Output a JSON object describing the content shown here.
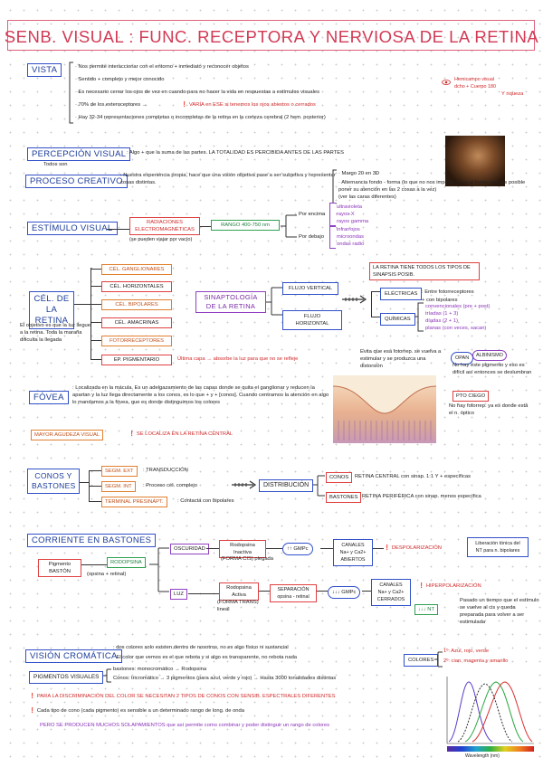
{
  "title": "SENB. VISUAL : FUNC. RECEPTORA Y NERVIOSA DE LA RETINA",
  "vista": {
    "label": "VISTA",
    "lines": [
      "· Nos permite interaccionar con el entorno + inmediato y reconocer objetos",
      "· Sentido + complejo y mejor conocido",
      "· Es necesario cerrar los ojos de vez en cuando para no hacer la vida en respuestas a estímulos visuales",
      "· 70% de los exteroceptores →",
      "· Hay 32-34 representaciones completas o incompletas de la retina en la corteza cerebral (2 hem. posterior)"
    ],
    "warning": "VARÍA en ESE si tenemos los ojos abiertos o cerrados",
    "side_note": "Hemicampo visual dcho + Cuerpo 180",
    "side_note2": "Y riqueza"
  },
  "percepcion": {
    "label": "PERCEPCIÓN VISUAL",
    "text": ": Algo + que la suma de las partes. LA TOTALIDAD ES PERCIBIDA ANTES DE LAS PARTES",
    "sub": "Todos son"
  },
  "proceso": {
    "label": "PROCESO CREATIVO",
    "text": ": Nuestra experiencia propia, hace que una visión objetiva pase a ser subjetiva y representar cosas distintas.",
    "right": [
      "· Margo 20 en 3D",
      "· Alternancia fondo - forma (lo que no nos importa se va al fondo pero es posible poner su atención en las 2 cosas a la vez)",
      "(ver las caras diferentes)"
    ]
  },
  "estimulo": {
    "label": "ESTÍMULO VISUAL",
    "radiaciones": "RADIACIONES ELECTROMAGNÉTICAS",
    "radiaciones_note": "(se pueden viajar por vacío)",
    "rango": "RANGO 400-750 nm",
    "por_encima": "Por encima",
    "encima_items": [
      "ultravioleta",
      "rayos X",
      "rayos gamma"
    ],
    "por_debajo": "Por debajo",
    "debajo_items": [
      "infrarrojos",
      "microondas",
      "ondas radio"
    ]
  },
  "cel_retina": {
    "label": "CÉL. DE LA RETINA",
    "note": "El objetivo es que la luz llegue a la retina. Toda la maraña dificulta la llegada",
    "items": [
      "CÉL. GANGLIONARES",
      "CÉL. HORIZONTALES",
      "CÉL. BIPOLARES",
      "CÉL. AMACRINAS",
      "FOTORRECEPTORES",
      "EP. PIGMENTARIO"
    ],
    "ultima": "Última capa → absorbe la luz para que no se refleje",
    "ultima_note": "Evita que esa fotorrep. se vuelva a estimular y se produzca una distorsión",
    "albin": "ALBINISMO",
    "albin_pre": "OPAN",
    "albin_note": "No hay este pigmento y eso es difícil así entonces se deslumbran"
  },
  "sinaptologia": {
    "label": "SINAPTOLOGÍA DE LA RETINA",
    "flujo_v": "FLUJO VERTICAL",
    "flujo_h": "FLUJO HORIZONTAL",
    "tipos": "LA RETINA TIENE TODOS LOS TIPOS DE SINAPSIS POSIB.",
    "electricas": "ELÉCTRICAS",
    "electricas_note": ": Entre fotorreceptores",
    "electricas_note2": "+ con bipolares",
    "quimicas": "QUÍMICAS",
    "quimicas_items": [
      "convencionales (pre + post)",
      "tríadas (1 + 3)",
      "díadas (2 + 1)",
      "planas (con veces, sacan)"
    ]
  },
  "fovea": {
    "label": "FÓVEA",
    "text": ": Localizada en la mácula. Es un adelgazamiento de las capas donde se quita el ganglionar y reducen la apartan y la luz llega directamente a los conos, es lo que + y + [conos]. Cuando centramos la atención en algo lo mandamos a la fóvea, que es donde distinguimos los colores",
    "mayor": "MAYOR AGUDEZA VISUAL",
    "localiza": "SE LOCALIZA EN LA RETINA CENTRAL",
    "punto_ciego": "PTO CIEGO",
    "punto_ciego_note": "No hay fotorrep. ya es donde está el n. óptico"
  },
  "conos": {
    "label": "CONOS Y BASTONES",
    "segm_ext": "SEGM. EXT",
    "segm_ext_note": ": TRANSDUCCIÓN",
    "segm_int": "SEGM. INT",
    "segm_int_note": ": Proceso cél. complejo",
    "terminal": "TERMINAL PRESINÁPT.",
    "terminal_note": ": Contacta con bipolares",
    "distribucion": "DISTRIBUCIÓN",
    "conos_lbl": "CONOS",
    "conos_note": "RETINA CENTRAL con sinap. 1:1 Y + específicas",
    "bastones_lbl": "BASTONES",
    "bastones_note": "RETINA PERIFÉRICA con sinap. menos específica"
  },
  "corriente": {
    "label": "CORRIENTE EN BASTONES",
    "pigmento": "Pigmento BASTÓN",
    "rodopsina": "RODOPSINA",
    "rodopsina_note": "(opsina + retinal)",
    "oscuridad": "OSCURIDAD",
    "rod_inactiva": "Rodopsina Inactiva",
    "forma_cis": "(FORMA CIS) plegada",
    "gmp_up": "↑↑ GMPc",
    "canales_abiertos": "CANALES Na+ y Ca2+ ABIERTOS",
    "despol": "DESPOLARIZACIÓN",
    "despol_note": "Liberación tónica del NT para n. bipolares",
    "luz": "LUZ",
    "rod_activa": "Rodopsina Activa",
    "forma_trans": "(FORMA TRANS) lineal",
    "separacion": "SEPARACIÓN opsina - retinal",
    "gmp_down": "↓↓↓ GMPc",
    "canales_cerrados": "CANALES Na+ y Ca2+ CERRADOS",
    "hiperpol": "HIPERPOLARIZACIÓN",
    "nt_down": "↓↓↓ NT",
    "hiperpol_note": "Pasado un tiempo que el estímulo se vuelve al cis y queda preparada para volver a ser estimulada"
  },
  "vision": {
    "label": "VISIÓN CROMÁTICA",
    "lines": [
      ": dos colores solo existen dentro de nosotros, no es algo físico ni sustancial",
      "· El color que vemos es el que rebota y si algo es transparente, no rebota nada"
    ],
    "colores": "COLORES",
    "colores_items": [
      "1º: Azul, rojo, verde",
      "2º: cian, magenta y amarillo"
    ],
    "pigmentos": "PIGMENTOS VISUALES",
    "pig_items": [
      "bastones: monocromático → Rodopsina",
      "Conos: tricromático → 3 pigmentos (para azul, verde y rojo) → Hasta 3000 tonalidades distintas"
    ],
    "notes": [
      "PARA LA DISCRIMINACIÓN DEL COLOR SE NECESITAN 2 TIPOS DE CONOS CON SENSIB. ESPECTRALES DIFERENTES",
      "Cada tipo de cono (cada pigmento) es sensible a un determinado rango de long. de onda",
      "PERO SE PRODUCEN MUCHOS SOLAPAMIENTOS que así permite como combinar y poder distinguir un rango de colores"
    ],
    "chart_axis": "Wavelength (nm)"
  },
  "colors": {
    "accent": "#d23a55",
    "blue": "#1c3c9a",
    "red": "#d02828",
    "purple": "#8a32b8"
  }
}
